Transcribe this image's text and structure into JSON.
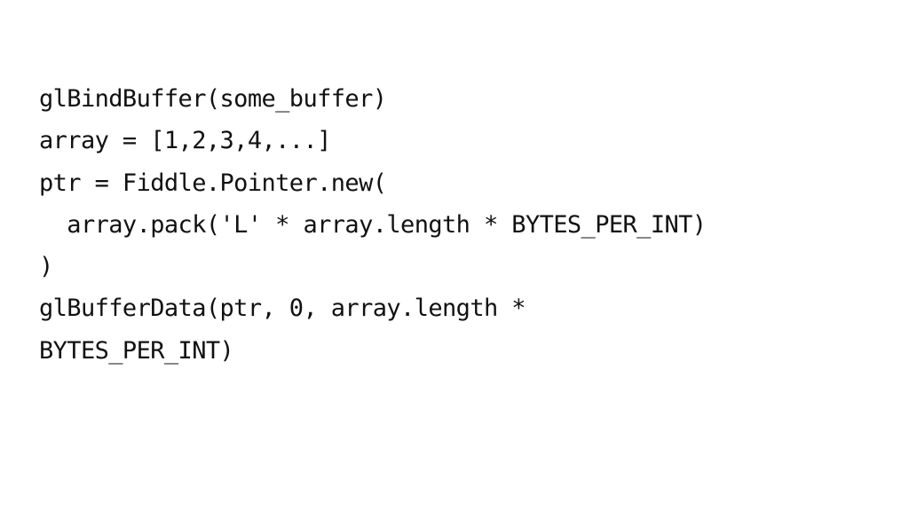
{
  "code": {
    "lines": [
      "glBindBuffer(some_buffer)",
      "array = [1,2,3,4,...]",
      "ptr = Fiddle.Pointer.new(",
      "  array.pack('L' * array.length * BYTES_PER_INT)",
      ")",
      "glBufferData(ptr, 0, array.length *",
      "BYTES_PER_INT)"
    ]
  }
}
